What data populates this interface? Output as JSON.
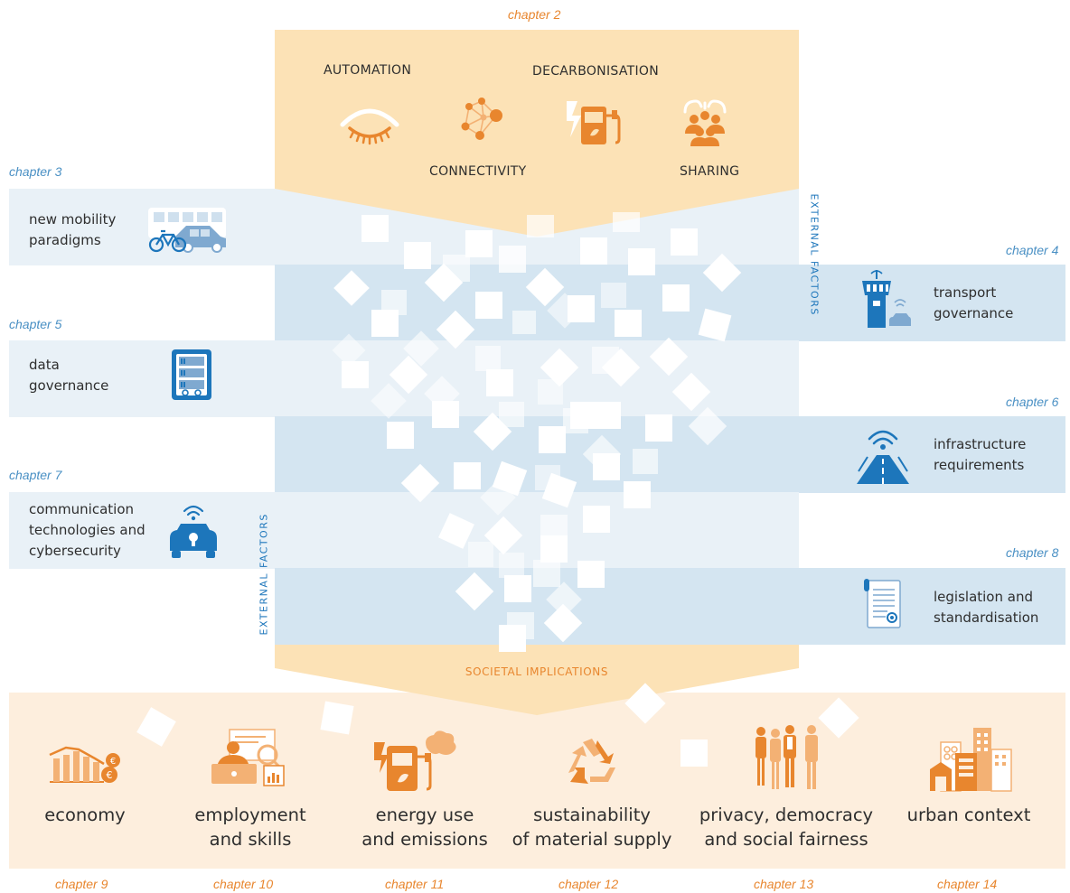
{
  "top": {
    "chapter": "chapter 2",
    "drivers": [
      {
        "label": "AUTOMATION",
        "icon": "eye-closed-icon"
      },
      {
        "label": "CONNECTIVITY",
        "icon": "network-icon"
      },
      {
        "label": "DECARBONISATION",
        "icon": "fuel-pump-icon"
      },
      {
        "label": "SHARING",
        "icon": "people-sharing-icon"
      }
    ]
  },
  "external_factors_label": "EXTERNAL  FACTORS",
  "left_items": [
    {
      "chapter": "chapter 3",
      "label_lines": [
        "new mobility",
        "paradigms"
      ],
      "icon": "bus-bike-car-icon"
    },
    {
      "chapter": "chapter 5",
      "label_lines": [
        "data",
        "governance"
      ],
      "icon": "server-icon"
    },
    {
      "chapter": "chapter 7",
      "label_lines": [
        "communication",
        "technologies and",
        "cybersecurity"
      ],
      "icon": "secure-car-icon"
    }
  ],
  "right_items": [
    {
      "chapter": "chapter 4",
      "label_lines": [
        "transport",
        "governance"
      ],
      "icon": "control-tower-icon"
    },
    {
      "chapter": "chapter 6",
      "label_lines": [
        "infrastructure",
        "requirements"
      ],
      "icon": "wireless-road-icon"
    },
    {
      "chapter": "chapter 8",
      "label_lines": [
        "legislation and",
        "standardisation"
      ],
      "icon": "document-icon"
    }
  ],
  "societal_implications": "SOCIETAL  IMPLICATIONS",
  "bottom_items": [
    {
      "label_lines": [
        "economy"
      ],
      "chapter": "chapter 9",
      "icon": "economy-chart-icon"
    },
    {
      "label_lines": [
        "employment",
        "and skills"
      ],
      "chapter": "chapter 10",
      "icon": "worker-laptop-icon"
    },
    {
      "label_lines": [
        "energy use",
        "and emissions"
      ],
      "chapter": "chapter 11",
      "icon": "energy-emissions-icon"
    },
    {
      "label_lines": [
        "sustainability",
        "of material supply"
      ],
      "chapter": "chapter 12",
      "icon": "recycle-icon"
    },
    {
      "label_lines": [
        "privacy, democracy",
        "and social fairness"
      ],
      "chapter": "chapter 13",
      "icon": "people-icon"
    },
    {
      "label_lines": [
        "urban context"
      ],
      "chapter": "chapter 14",
      "icon": "city-icon"
    }
  ],
  "colors": {
    "orange_funnel": "#fce2b6",
    "orange_accent": "#e8862e",
    "light_blue_band": "#e9f1f7",
    "mid_blue_band": "#d4e5f1",
    "blue_accent": "#1d76bb",
    "bottom_band": "#fdeedd"
  }
}
